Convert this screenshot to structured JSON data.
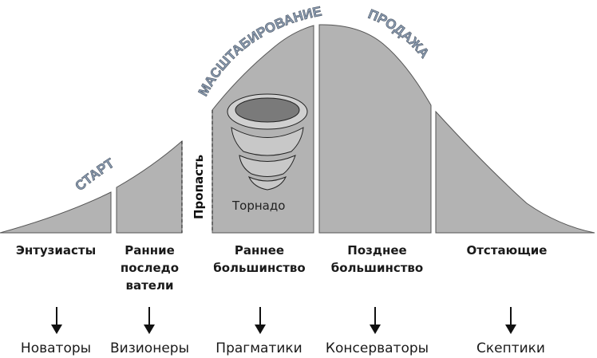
{
  "diagram": {
    "type": "technology adoption life cycle bell curve",
    "curve_labels": {
      "start": "СТАРТ",
      "scaling": "МАСШТАБИРОВАНИЕ",
      "sales": "ПРОДАЖА"
    },
    "chasm_label": "Пропасть",
    "tornado_label": "Торнадо",
    "fill_color": "#b3b3b3",
    "label_text_color": "#8a9bb0",
    "segments": [
      {
        "label": "Энтузиасты",
        "role": "Новаторы"
      },
      {
        "label": "Ранние последо вател и",
        "role": "Визионеры"
      },
      {
        "label": "Раннее большинство",
        "role": "Прагматики"
      },
      {
        "label": "Позднее большинство",
        "role": "Консерваторы"
      },
      {
        "label": "Отстающие",
        "role": "Скептики"
      }
    ],
    "segment_lines": [
      [
        "Энтузиасты"
      ],
      [
        "Ранние",
        "последо",
        "ватели"
      ],
      [
        "Раннее",
        "большинство"
      ],
      [
        "Позднее",
        "большинство"
      ],
      [
        "Отстающие"
      ]
    ]
  }
}
